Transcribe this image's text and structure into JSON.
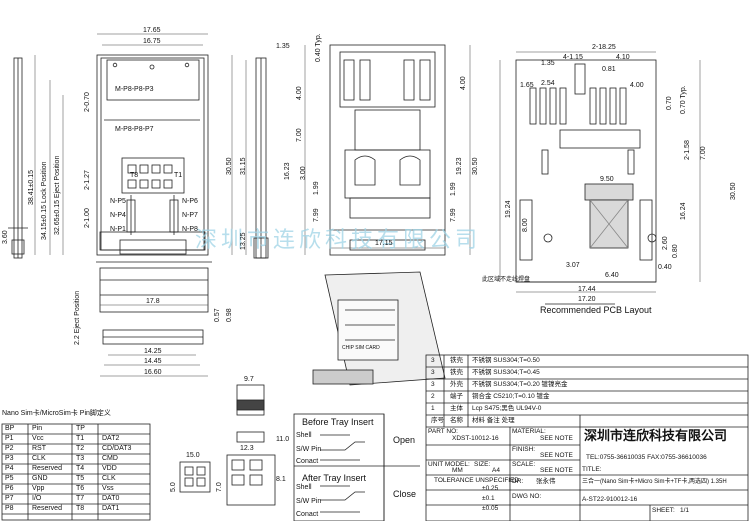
{
  "watermark": "深圳市连欣科技有限公司",
  "dims_left": {
    "w_top1": "17.65",
    "w_top2": "16.75",
    "right_small": "1.35",
    "pin_pitch": "2-0.70",
    "pos_a": "2-1.27",
    "pos_b": "2-1.00",
    "h1": "38.41±0.15",
    "h2": "34.15±0.15 Lock Position",
    "h3": "32.65±0.15 Eject Position",
    "h4": "30.50",
    "h5": "31.15",
    "h6": "13.25",
    "h7": "3.60",
    "w_bottom": "17.8",
    "eject": "2.2 Eject Position",
    "m1": "0.57",
    "m2": "0.98",
    "w_b1": "14.25",
    "w_b2": "14.45",
    "w_b3": "16.60",
    "lbl1": "M-P8-P8-P3",
    "lbl2": "M-P8-P8-P7",
    "t8": "T8",
    "t1": "T1",
    "np5": "N-P5",
    "np4": "N-P4",
    "np1": "N-P1",
    "np6": "N-P6",
    "np7": "N-P7",
    "np8": "N-P8"
  },
  "dims_mid": {
    "t040": "0.40 Typ.",
    "v400a": "4.00",
    "v700": "7.00",
    "v400b": "4.00",
    "v1623": "16.23",
    "v300": "3.00",
    "v199a": "1.99",
    "v799": "7.99",
    "v3050": "30.50",
    "v1923": "19.23",
    "v199b": "1.99",
    "v799b": "7.99",
    "w1715": "17.15"
  },
  "dims_right": {
    "w1825": "2-18.25",
    "w415": "4-1.15",
    "w410": "4.10",
    "w135": "1.35",
    "w081": "0.81",
    "w254": "2.54",
    "w165": "1.65",
    "w400": "4.00",
    "t070": "0.70 Typ.",
    "v070b": "0.70",
    "v158": "2-1.58",
    "v700": "7.00",
    "v3050": "30.50",
    "v1624": "16.24",
    "w950": "9.50",
    "v1924": "19.24",
    "v800": "8.00",
    "v260": "2.60",
    "v080": "0.80",
    "w307": "3.07",
    "w640": "6.40",
    "w040": "0.40",
    "w1744": "17.44",
    "w1720": "17.20",
    "pcb": "Recommended PCB Layout",
    "note": "此区域不走线焊盘",
    "card_label": "CHIP SIM CARD"
  },
  "pin_table": {
    "title": "Nano Sim卡/MicroSim卡 Pin脚定义",
    "rows": [
      [
        "BP",
        "Pin",
        "TP",
        ""
      ],
      [
        "P1",
        "Vcc",
        "T1",
        "DAT2"
      ],
      [
        "P2",
        "RST",
        "T2",
        "CD/DAT3"
      ],
      [
        "P3",
        "CLK",
        "T3",
        "CMD"
      ],
      [
        "P4",
        "Reserved",
        "T4",
        "VDD"
      ],
      [
        "P5",
        "GND",
        "T5",
        "CLK"
      ],
      [
        "P6",
        "Vpp",
        "T6",
        "Vss"
      ],
      [
        "P7",
        "I/O",
        "T7",
        "DAT0"
      ],
      [
        "P8",
        "Reserved",
        "T8",
        "DAT1"
      ]
    ]
  },
  "small_dims": {
    "d97": "9.7",
    "d110": "11.0",
    "d150": "15.0",
    "d123": "12.3",
    "d81": "8.1",
    "d50": "5.0",
    "d70": "7.0"
  },
  "switch": {
    "before": "Before Tray Insert",
    "after": "After Tray Insert",
    "shell": "Shell",
    "swpin": "S/W Pin",
    "contact": "Conact",
    "open": "Open",
    "close": "Close"
  },
  "bom": {
    "rows": [
      [
        "3",
        "铁壳",
        "不锈钢 SUS304;T=0.50"
      ],
      [
        "3",
        "铁壳",
        "不锈钢 SUS304;T=0.45"
      ],
      [
        "3",
        "外壳",
        "不锈钢 SUS304;T=0.20 镀镍亮金"
      ],
      [
        "2",
        "端子",
        "铜合金 C5210;T=0.10 镀金"
      ],
      [
        "1",
        "主体",
        "Lcp S475;黑色 UL94V-0"
      ],
      [
        "序号",
        "名称",
        "材料  备注  处理"
      ]
    ]
  },
  "title_block": {
    "part_no_label": "PART NO:",
    "part_no": "XDST-10012-16",
    "material_label": "MATERIAL:",
    "material": "SEE NOTE",
    "finish_label": "FINISH:",
    "finish": "SEE NOTE",
    "unit_label": "UNIT MODEL:",
    "unit": "MM",
    "size_label": "SIZE:",
    "size": "A4",
    "scale_label": "SCALE:",
    "scale": "SEE NOTE",
    "tol_label": "TOLERANCE UNSPECIFIED",
    "tol1": "±0.25",
    "tol2": "±0.1",
    "tol3": "±0.05",
    "dr_label": "DR:",
    "dr": "张永伟",
    "dwg_label": "DWG NO:",
    "dwg": "A-ST22-910012-16",
    "sheet_label": "SHEET:",
    "sheet": "1/1",
    "company": "深圳市连欣科技有限公司",
    "tel": "TEL:0755-36610035  FAX:0755-36610036",
    "title_label": "TITLE:",
    "title": "三合一(Nano Sim卡+Micro Sim卡+TF卡,两选四) 1.35H"
  }
}
